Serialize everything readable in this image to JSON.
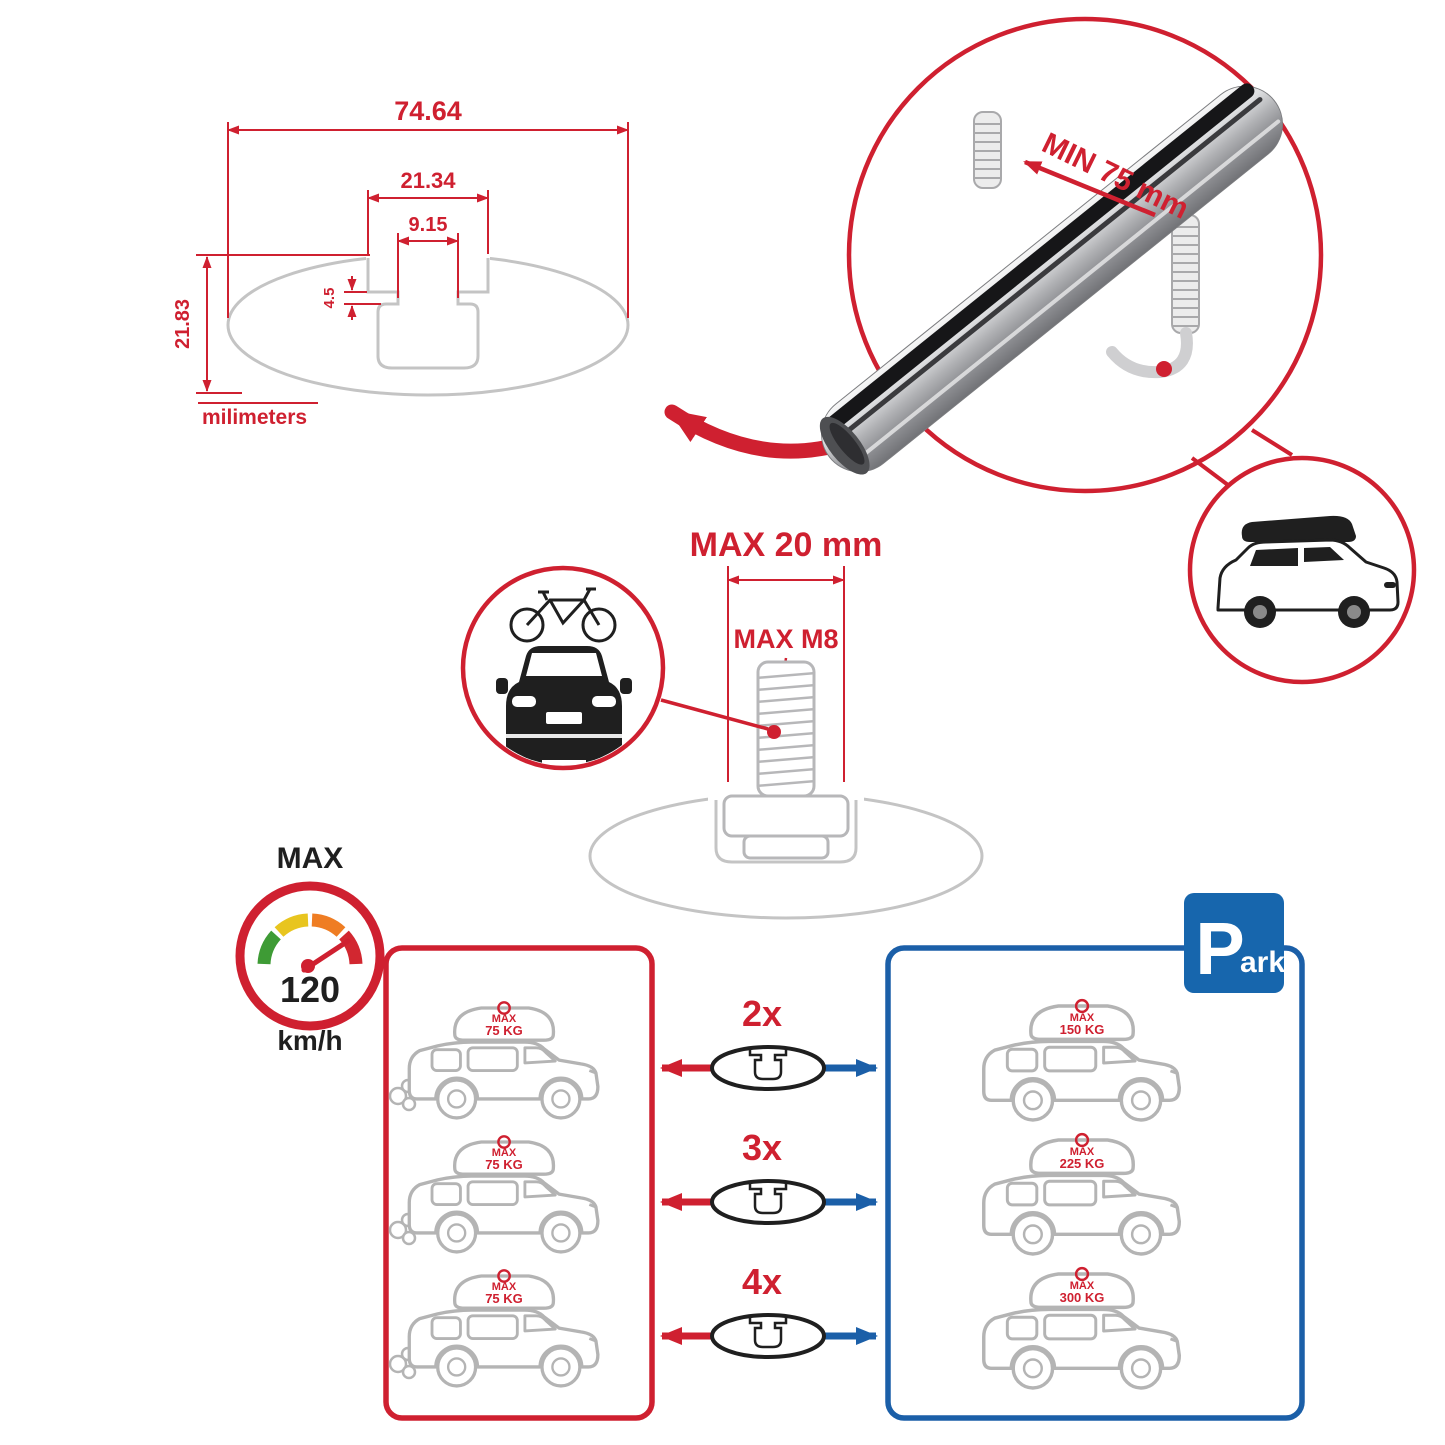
{
  "colors": {
    "red": "#cf2030",
    "blue": "#1b5fa8",
    "gray": "#c4c4c4",
    "dark": "#1f1f1f"
  },
  "dimension_diagram": {
    "total_width": "74.64",
    "channel_width": "21.34",
    "slot_width": "9.15",
    "step_depth": "4.5",
    "total_height": "21.83",
    "units_label": "milimeters"
  },
  "crossbar_detail": {
    "min_clearance_label": "MIN 75 mm"
  },
  "bolt_detail": {
    "max_length_label": "MAX 20 mm",
    "max_thread_label": "MAX M8"
  },
  "speed_limit": {
    "title": "MAX",
    "value": "120",
    "unit": "km/h"
  },
  "driving_panel": {
    "cars": [
      {
        "max_label": "MAX",
        "load": "75 KG"
      },
      {
        "max_label": "MAX",
        "load": "75 KG"
      },
      {
        "max_label": "MAX",
        "load": "75 KG"
      }
    ]
  },
  "crossbar_counts": [
    {
      "label": "2x"
    },
    {
      "label": "3x"
    },
    {
      "label": "4x"
    }
  ],
  "parking_panel": {
    "sign_p": "P",
    "sign_ark": "ark",
    "cars": [
      {
        "max_label": "MAX",
        "load": "150 KG"
      },
      {
        "max_label": "MAX",
        "load": "225 KG"
      },
      {
        "max_label": "MAX",
        "load": "300 KG"
      }
    ]
  }
}
